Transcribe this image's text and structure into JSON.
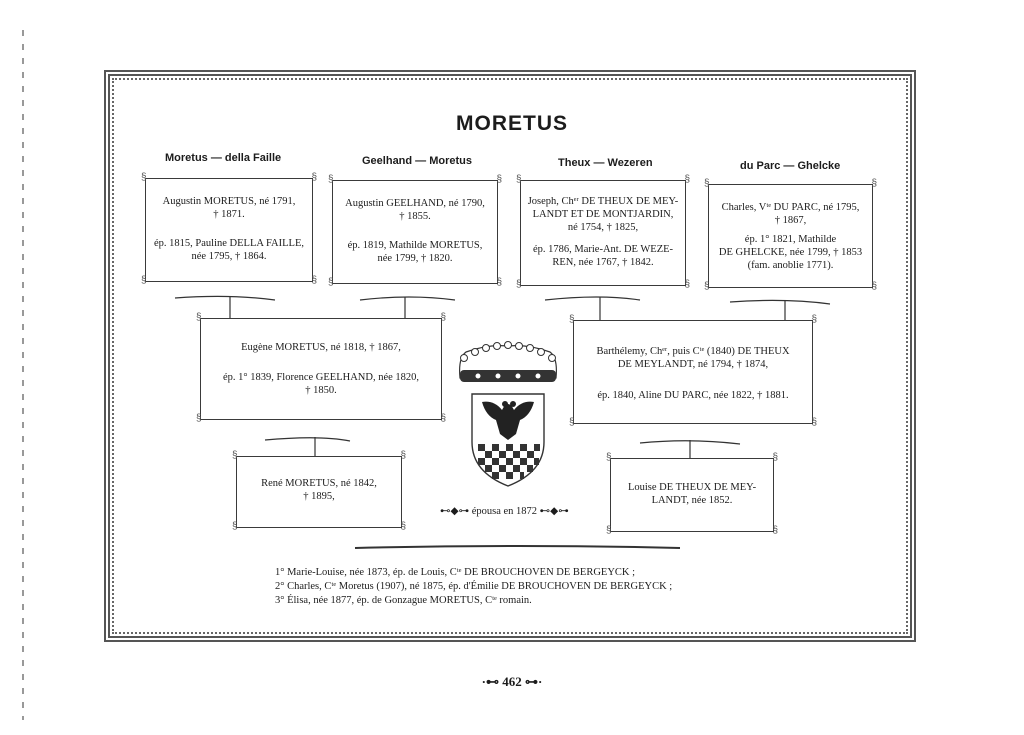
{
  "title": "MORETUS",
  "headers": [
    "Moretus — della Faille",
    "Geelhand — Moretus",
    "Theux — Wezeren",
    "du Parc — Ghelcke"
  ],
  "gen1": [
    {
      "line1": "Augustin MORETUS, né 1791,\n† 1871.",
      "line2": "ép. 1815, Pauline DELLA FAILLE,\nnée 1795, † 1864."
    },
    {
      "line1": "Augustin GEELHAND, né 1790,\n† 1855.",
      "line2": "ép. 1819, Mathilde MORETUS,\nnée 1799, † 1820."
    },
    {
      "line1": "Joseph, Chᵉʳ DE THEUX DE MEY-\nLANDT ET DE MONTJARDIN,\nné 1754, † 1825,",
      "line2": "ép. 1786, Marie-Ant. DE WEZE-\nREN, née 1767, † 1842."
    },
    {
      "line1": "Charles, Vᵗᵉ DU PARC, né 1795,\n† 1867,",
      "line2": "ép. 1° 1821, Mathilde\nDE GHELCKE, née 1799, † 1853\n(fam. anoblie 1771)."
    }
  ],
  "gen2": [
    {
      "line1": "Eugène MORETUS, né 1818, † 1867,",
      "line2": "ép. 1° 1839, Florence GEELHAND, née 1820,\n† 1850."
    },
    {
      "line1": "Barthélemy, Chᵉʳ, puis Cᵗᵉ (1840) DE THEUX\nDE MEYLANDT, né 1794, † 1874,",
      "line2": "ép. 1840, Aline DU PARC, née 1822, † 1881."
    }
  ],
  "gen3": [
    {
      "line1": "René MORETUS, né 1842,\n† 1895,"
    },
    {
      "line1": "Louise DE THEUX DE MEY-\nLANDT, née 1852."
    }
  ],
  "marriage": "épousa en 1872",
  "children": [
    "1° Marie-Louise, née 1873, ép. de Louis, Cᵗᵉ DE BROUCHOVEN DE BERGEYCK ;",
    "2° Charles, Cᵗᵉ Moretus (1907), né 1875, ép. d'Émilie DE BROUCHOVEN DE BERGEYCK ;",
    "3° Élisa, née 1877, ép. de Gonzague MORETUS, Cᵗᵉ romain."
  ],
  "page_number": "462",
  "icons": {
    "coat_of_arms": "coat-of-arms-icon",
    "ornament": "ornament-icon"
  },
  "colors": {
    "ink": "#1c1c1c",
    "frame": "#555555"
  }
}
